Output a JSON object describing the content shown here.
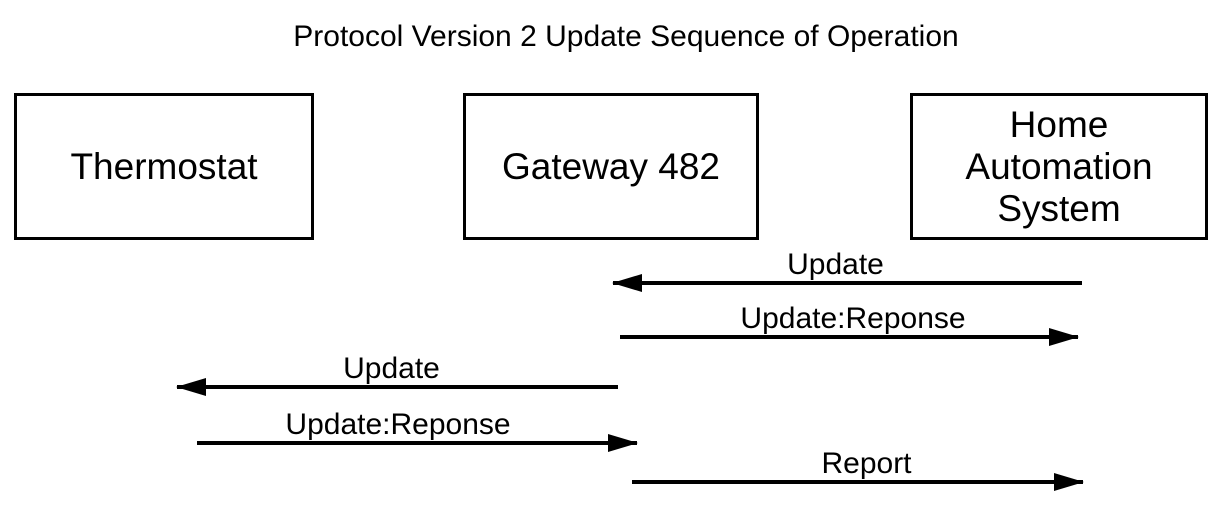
{
  "title": "Protocol Version 2 Update Sequence of Operation",
  "colors": {
    "ink": "#000000",
    "background": "#ffffff"
  },
  "boxes": {
    "thermostat": {
      "label": "Thermostat"
    },
    "gateway": {
      "label": "Gateway 482"
    },
    "home_automation_system": {
      "label": "Home\nAutomation\nSystem"
    }
  },
  "messages": [
    {
      "label": "Update",
      "direction": "left",
      "from": "Home Automation System",
      "to": "Gateway 482"
    },
    {
      "label": "Update:Reponse",
      "direction": "right",
      "from": "Gateway 482",
      "to": "Home Automation System"
    },
    {
      "label": "Update",
      "direction": "left",
      "from": "Gateway 482",
      "to": "Thermostat"
    },
    {
      "label": "Update:Reponse",
      "direction": "right",
      "from": "Thermostat",
      "to": "Gateway 482"
    },
    {
      "label": "Report",
      "direction": "right",
      "from": "Gateway 482",
      "to": "Home Automation System"
    }
  ]
}
